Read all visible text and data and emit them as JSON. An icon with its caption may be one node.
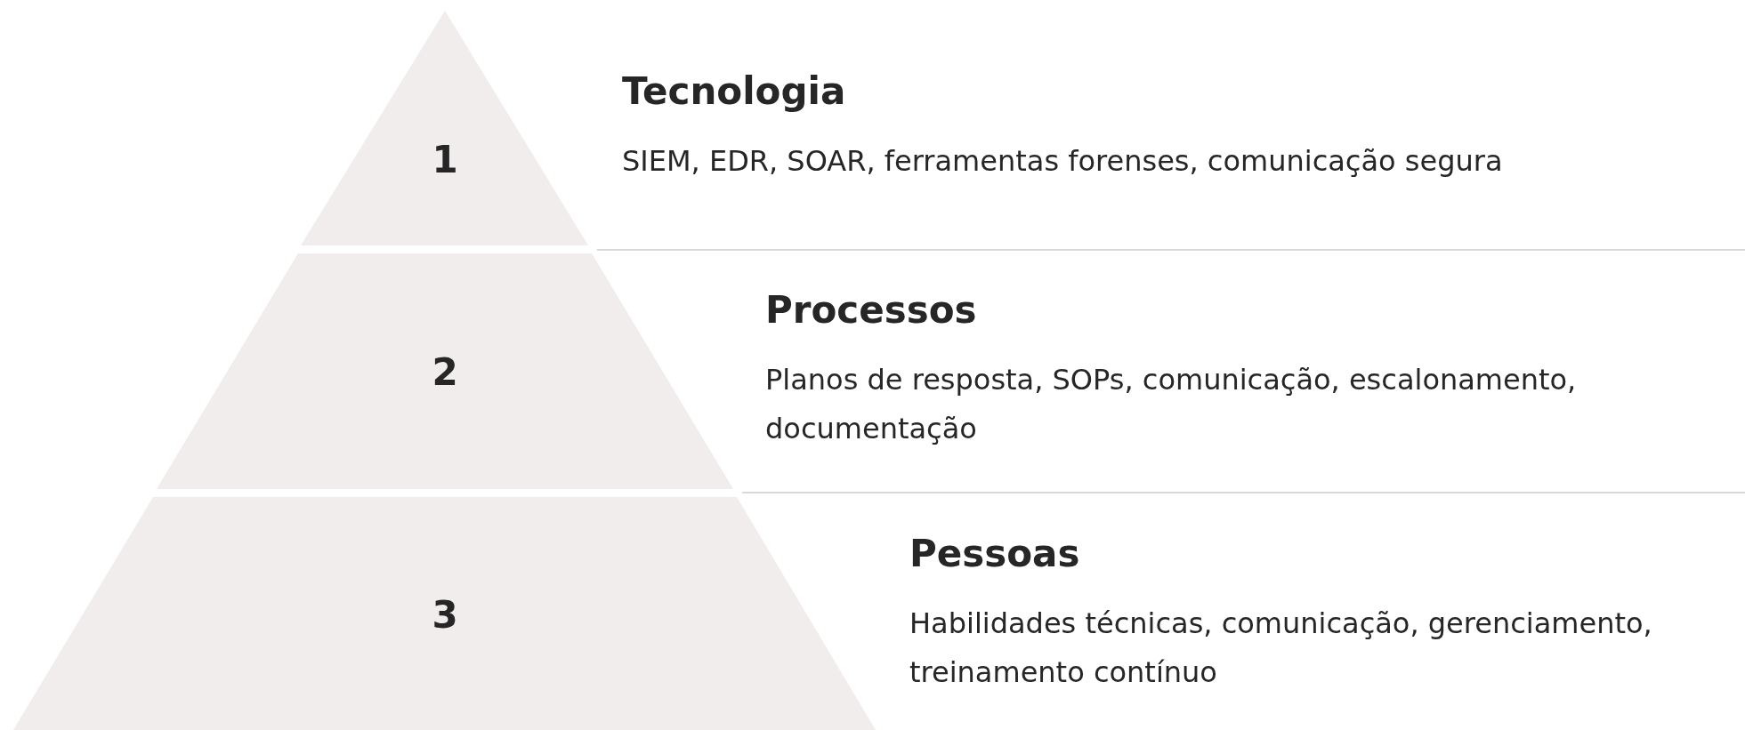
{
  "diagram": {
    "nodes": [
      {
        "text": [
          "1"
        ],
        "beside": [
          "Tecnologia",
          "SIEM, EDR, SOAR, ferramentas forenses, comunicação segura"
        ]
      },
      {
        "text": [
          "2"
        ],
        "beside": [
          "Processos",
          "Planos de resposta, SOPs, comunicação, escalonamento, documentação"
        ]
      },
      {
        "text": [
          "3"
        ],
        "beside": [
          "Pessoas",
          "Habilidades técnicas, comunicação, gerenciamento, treinamento contínuo"
        ]
      }
    ]
  }
}
